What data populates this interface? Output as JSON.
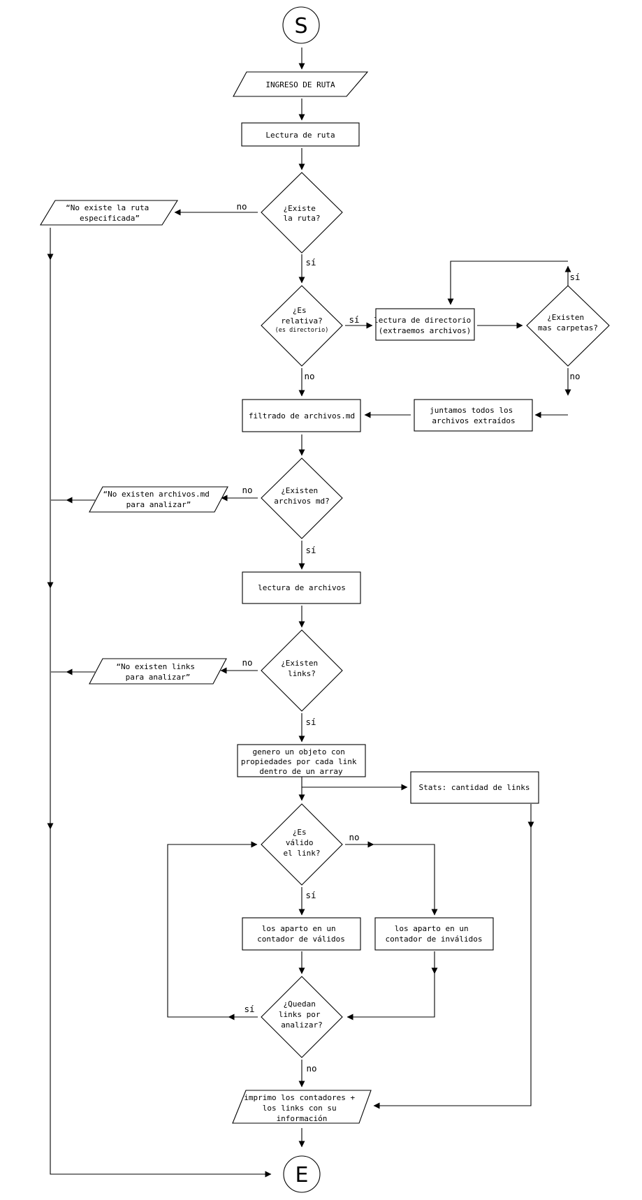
{
  "nodes": {
    "start": "S",
    "end": "E",
    "input_path": "INGRESO DE RUTA",
    "read_path": "Lectura de ruta",
    "q_path_exists": [
      "¿Existe",
      "la ruta?"
    ],
    "msg_no_path": [
      "“No existe la ruta",
      "especificada”"
    ],
    "q_relative": [
      "¿Es",
      "relativa?"
    ],
    "q_relative_note": "(es directorio)",
    "read_directory": [
      "lectura de directorio",
      "(extraemos archivos)"
    ],
    "q_more_folders": [
      "¿Existen",
      "mas carpetas?"
    ],
    "join_files": [
      "juntamos todos los",
      "archivos extraídos"
    ],
    "filter_md": "filtrado de archivos.md",
    "q_md_exist": [
      "¿Existen",
      "archivos md?"
    ],
    "msg_no_md": [
      "“No existen archivos.md",
      "para analizar”"
    ],
    "read_files": "lectura de archivos",
    "q_links_exist": [
      "¿Existen",
      "links?"
    ],
    "msg_no_links": [
      "“No existen links",
      "para analizar”"
    ],
    "build_objects": [
      "genero un objeto con",
      "propiedades por cada link",
      "dentro de un array"
    ],
    "stats_count": "Stats: cantidad de links",
    "q_link_valid": [
      "¿Es",
      "válido",
      "el link?"
    ],
    "count_valid": [
      "los aparto en un",
      "contador de válidos"
    ],
    "count_invalid": [
      "los aparto en un",
      "contador de inválidos"
    ],
    "q_more_links": [
      "¿Quedan",
      "links por",
      "analizar?"
    ],
    "print_results": [
      "imprimo los contadores +",
      "los links con su",
      "información"
    ]
  },
  "edge_labels": {
    "path_no": "no",
    "path_yes": "sí",
    "relative_yes": "sí",
    "relative_no": "no",
    "folders_yes": "sí",
    "folders_no": "no",
    "md_no": "no",
    "md_yes": "sí",
    "links_no": "no",
    "links_yes": "sí",
    "valid_no": "no",
    "valid_yes": "sí",
    "more_yes": "sí",
    "more_no": "no"
  }
}
